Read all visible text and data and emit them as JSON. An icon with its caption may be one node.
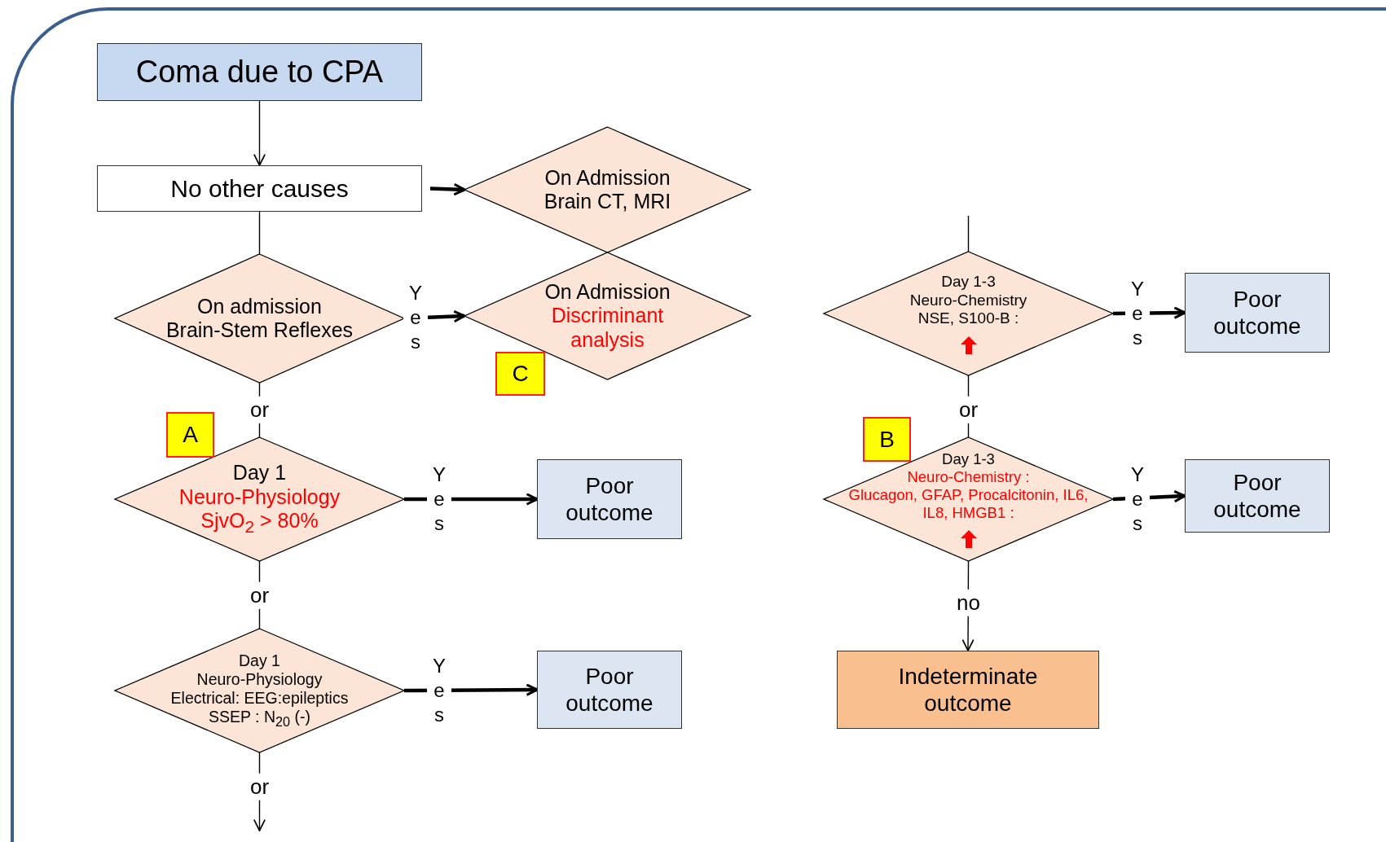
{
  "diagram": {
    "nodes": [
      {
        "text": [
          "Coma due to CPA"
        ]
      },
      {
        "text": [
          "No other causes"
        ]
      },
      {
        "text": [
          "On Admission",
          "Brain CT, MRI"
        ]
      },
      {
        "text": [
          "On admission",
          "Brain-Stem Reflexes"
        ]
      },
      {
        "text": [
          "On Admission",
          "Discriminant analysis"
        ]
      },
      {
        "text": [
          "C"
        ]
      },
      {
        "text": [
          "Day 1-3",
          "Neuro-Chemistry",
          "NSE, S100-B :"
        ]
      },
      {
        "text": [
          "Poor outcome"
        ]
      },
      {
        "text": [
          "A"
        ]
      },
      {
        "text": [
          "B"
        ]
      },
      {
        "text": [
          "Day 1",
          "Neuro-Physiology",
          "SjvO$_{2}$ > 80%"
        ]
      },
      {
        "text": [
          "Poor outcome"
        ]
      },
      {
        "text": [
          "Day 1-3",
          "Neuro-Chemistry :",
          "Glucagon, GFAP, Procalcitonin, IL6, IL8, HMGB1 :"
        ]
      },
      {
        "text": [
          "Poor outcome"
        ]
      },
      {
        "text": [
          "Day 1",
          "Neuro-Physiology",
          "Electrical: EEG:epileptics",
          "SSEP : N$_{20}$ (-)"
        ]
      },
      {
        "text": [
          "Poor outcome"
        ]
      },
      {
        "text": [
          "Indeterminate outcome"
        ]
      }
    ],
    "edges": [
      {
        "from": 0,
        "to": 1,
        "arrow": "to"
      },
      {
        "from": 1,
        "to": 2,
        "arrow": "to",
        "style": "thick"
      },
      {
        "from": 1,
        "to": 3,
        "arrow": "none"
      },
      {
        "from": 3,
        "to": 4,
        "arrow": "to",
        "label": "Yes",
        "style": "thick"
      },
      {
        "from": null,
        "to": 6,
        "arrow": "none"
      },
      {
        "from": 6,
        "to": 7,
        "arrow": "to",
        "label": "Yes",
        "style": "thick"
      },
      {
        "from": 3,
        "to": 10,
        "arrow": "none",
        "label": "or"
      },
      {
        "from": 6,
        "to": 12,
        "arrow": "none",
        "label": "or"
      },
      {
        "from": 10,
        "to": 11,
        "arrow": "to",
        "label": "Yes",
        "style": "thick"
      },
      {
        "from": 12,
        "to": 13,
        "arrow": "to",
        "label": "Yes",
        "style": "thick"
      },
      {
        "from": 10,
        "to": 14,
        "arrow": "none",
        "label": "or"
      },
      {
        "from": 12,
        "to": 16,
        "arrow": "to",
        "label": "no"
      },
      {
        "from": 14,
        "to": 15,
        "arrow": "to",
        "label": "Yes",
        "style": "thick"
      },
      {
        "from": 14,
        "to": null,
        "arrow": "to",
        "label": "or"
      }
    ]
  }
}
